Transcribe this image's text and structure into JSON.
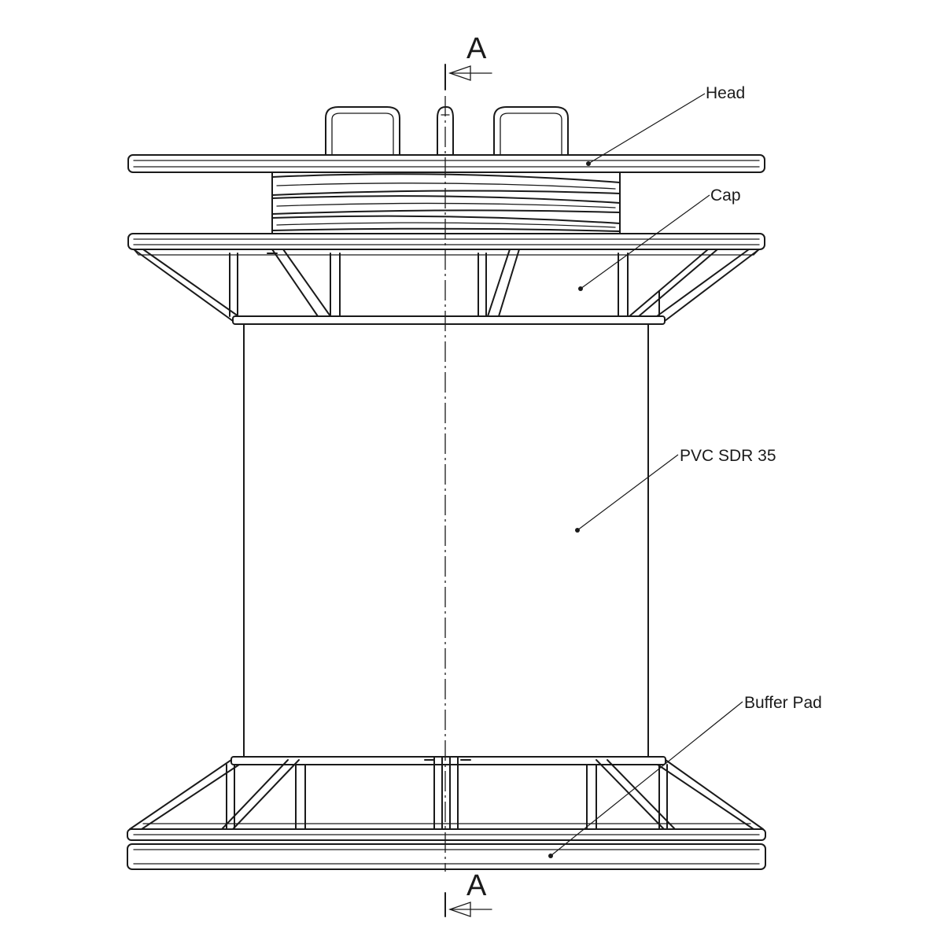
{
  "section": {
    "top_letter": "A",
    "bottom_letter": "A"
  },
  "callouts": {
    "head": "Head",
    "cap": "Cap",
    "pipe": "PVC SDR 35",
    "buffer_pad": "Buffer Pad"
  }
}
